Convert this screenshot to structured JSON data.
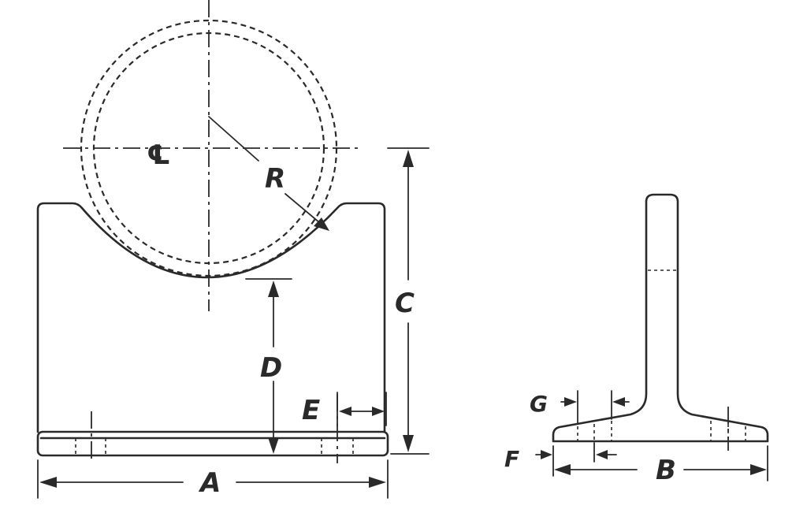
{
  "dimension_labels": {
    "centerline": "℄",
    "radius": "R",
    "overall_height": "C",
    "saddle_depth": "D",
    "hole_offset": "E",
    "length": "A",
    "base_width": "B",
    "edge_offset": "F",
    "hole_spacing": "G"
  }
}
